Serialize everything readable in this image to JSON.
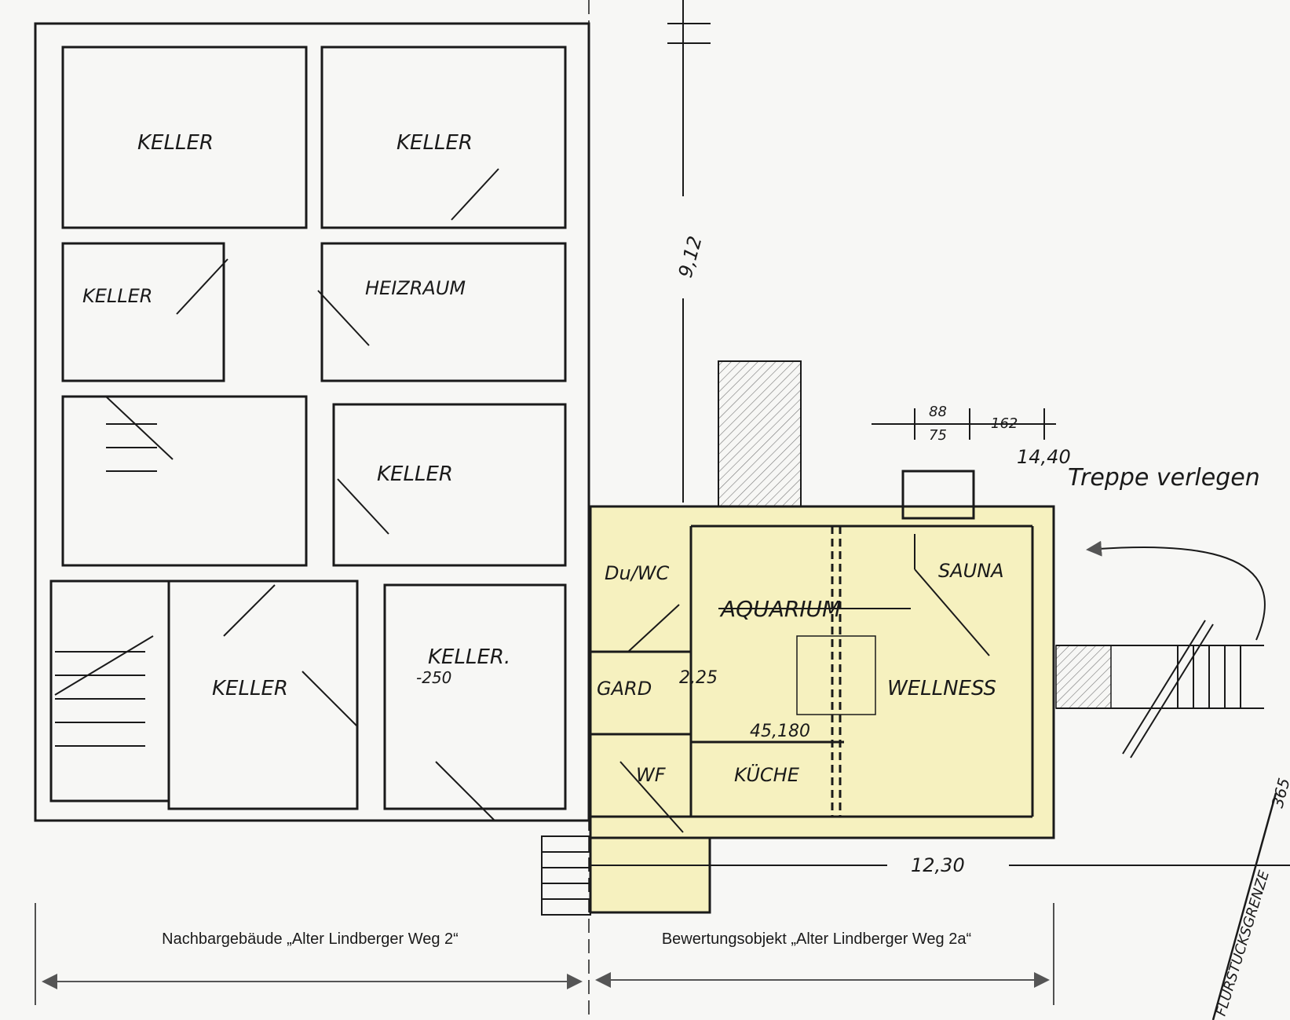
{
  "plan": {
    "rooms": {
      "keller_top_left": "KELLER",
      "keller_top_right": "KELLER",
      "keller_mid_left": "KELLER",
      "heizraum": "HEIZRAUM",
      "keller_center": "KELLER",
      "keller_bottom_left": "KELLER",
      "keller_bottom_right": "KELLER."
    },
    "object": {
      "aquarium": "AQUARIUM",
      "dusche_wc": "Du/WC",
      "garderobe": "GARD",
      "wf": "WF",
      "kueche": "KÜCHE",
      "wellness": "WELLNESS",
      "sauna": "SAUNA"
    },
    "dimensions": {
      "vertical_912": "9,12",
      "d_88": "88",
      "d_75": "75",
      "d_162": "162",
      "d_1440": "14,40",
      "d_1230": "12,30",
      "d_45180": "45,180",
      "level_250": "-250",
      "level_225": "2,25",
      "d_365": "365"
    },
    "notes": {
      "treppe": "Treppe verlegen",
      "grenze": "FLURSTÜCKSGRENZE"
    },
    "captions": {
      "neighbour": "Nachbargebäude „Alter Lindberger Weg 2“",
      "subject": "Bewertungsobjekt „Alter Lindberger Weg 2a“"
    },
    "colors": {
      "highlight": "#f6f1bf",
      "ink": "#1a1a1a",
      "arrow": "#555555"
    }
  }
}
